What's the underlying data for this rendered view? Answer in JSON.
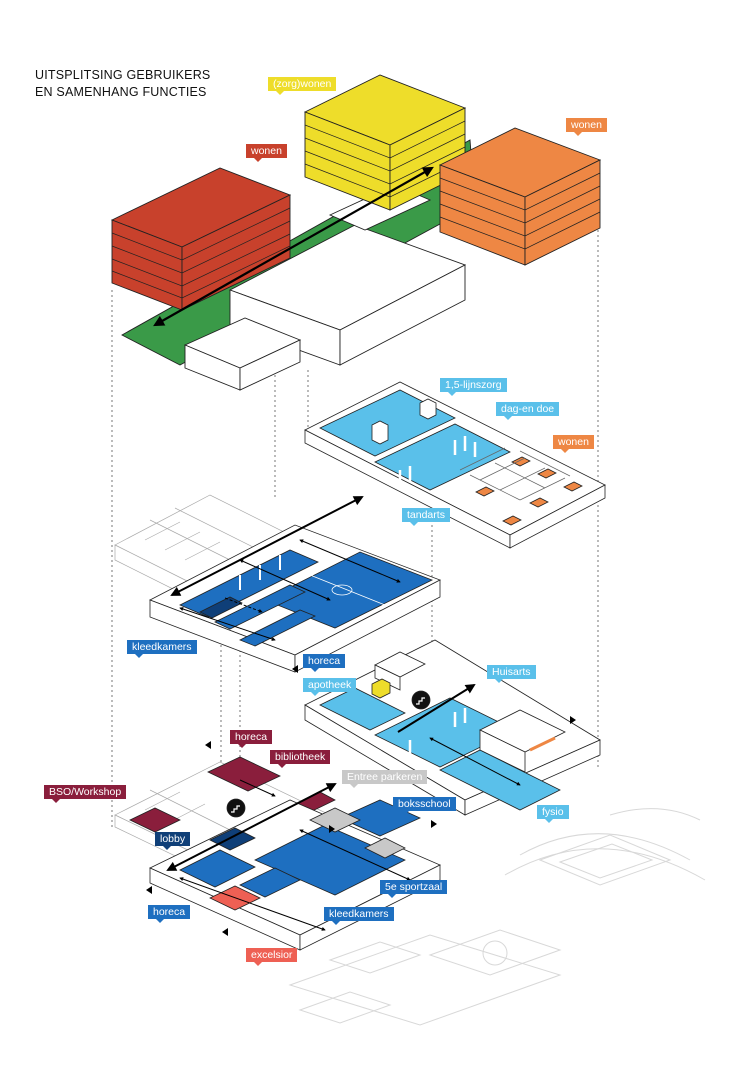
{
  "title": {
    "line1": "UITSPLITSING GEBRUIKERS",
    "line2": "EN SAMENHANG FUNCTIES"
  },
  "colors": {
    "wonen_red": "#c8412c",
    "wonen_orange": "#ee8744",
    "zorgwonen_yellow": "#eedd2a",
    "green": "#3a9a48",
    "light_blue": "#5ac0ea",
    "sport_blue": "#1e6fc0",
    "dark_blue": "#0f3f78",
    "maroon": "#8a1e3c",
    "salmon": "#ee6054",
    "grey": "#c8c8c8",
    "line": "#222222"
  },
  "labels": {
    "zorgwonen": "(zorg)wonen",
    "wonen_left": "wonen",
    "wonen_right": "wonen",
    "lijnszorg": "1,5-lijnszorg",
    "dagendoe": "dag-en doe",
    "wonen_floor": "wonen",
    "tandarts": "tandarts",
    "kleedkamers_top": "kleedkamers",
    "horeca_mid": "horeca",
    "apotheek": "apotheek",
    "huisarts": "Huisarts",
    "fysio": "fysio",
    "horeca_ground_top": "horeca",
    "bibliotheek": "bibliotheek",
    "entree_parkeren": "Entree parkeren",
    "bso_workshop": "BSO/Workshop",
    "boksschool": "boksschool",
    "lobby": "lobby",
    "sportzaal": "5e sportzaal",
    "horeca_ground_bottom": "horeca",
    "kleedkamers_bottom": "kleedkamers",
    "excelsior": "excelsior"
  }
}
